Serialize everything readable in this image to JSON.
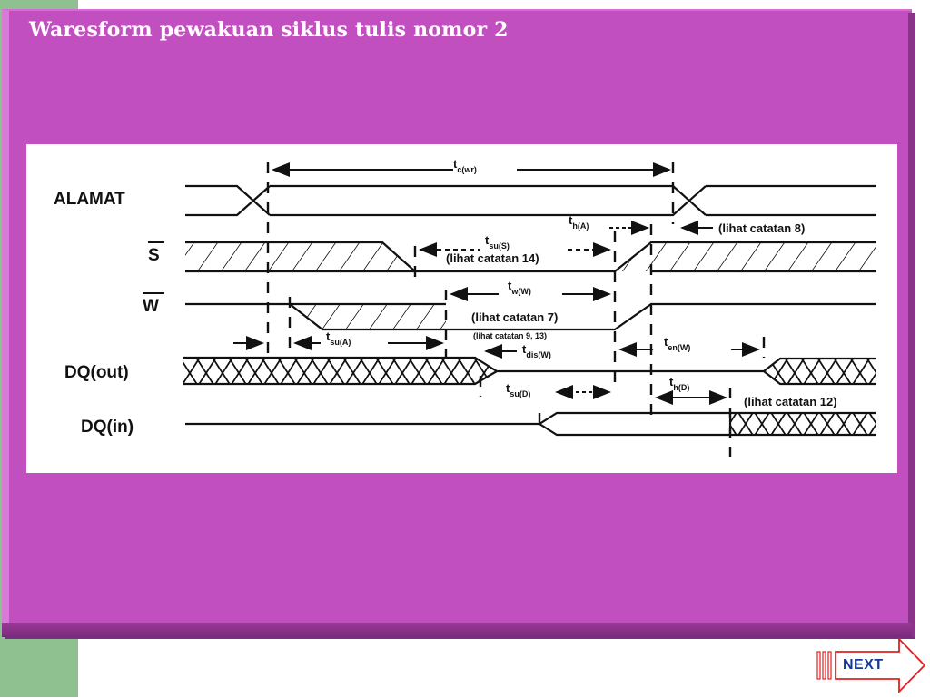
{
  "slide": {
    "title": "Waresform pewakuan siklus tulis nomor 2",
    "bg_color": "#c24fc0",
    "accent_green": "#8fc190"
  },
  "diagram": {
    "signals": {
      "alamat": "ALAMAT",
      "s": "S",
      "w": "W",
      "dq_out": "DQ(out)",
      "dq_in": "DQ(in)"
    },
    "timings": {
      "tc_wr": {
        "main": "t",
        "sub": "c(wr)"
      },
      "th_a": {
        "main": "t",
        "sub": "h(A)"
      },
      "tsu_s": {
        "main": "t",
        "sub": "su(S)"
      },
      "tw_w": {
        "main": "t",
        "sub": "w(W)"
      },
      "tsu_a": {
        "main": "t",
        "sub": "su(A)"
      },
      "tdis_w": {
        "main": "t",
        "sub": "dis(W)"
      },
      "ten_w": {
        "main": "t",
        "sub": "en(W)"
      },
      "tsu_d": {
        "main": "t",
        "sub": "su(D)"
      },
      "th_d": {
        "main": "t",
        "sub": "h(D)"
      }
    },
    "notes": {
      "n8": "(lihat catatan 8)",
      "n14": "(lihat catatan 14)",
      "n7": "(lihat catatan 7)",
      "n9_13": "(lihat catatan 9, 13)",
      "n12": "(lihat catatan 12)"
    }
  },
  "nav": {
    "next_label": "NEXT",
    "next_icon": "arrow-right-icon"
  }
}
